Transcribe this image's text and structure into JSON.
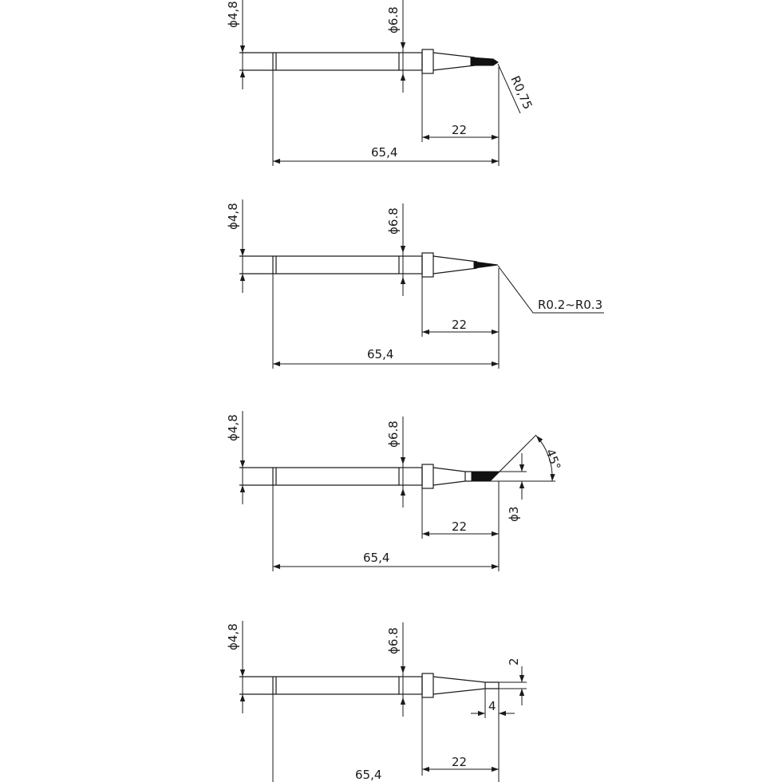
{
  "tips": [
    {
      "id": "tip-1",
      "labels": {
        "shank_diameter": "ϕ4,8",
        "collar_diameter": "ϕ6.8",
        "tip_length": "22",
        "total_length": "65,4",
        "radius": "R0,75"
      }
    },
    {
      "id": "tip-2",
      "labels": {
        "shank_diameter": "ϕ4,8",
        "collar_diameter": "ϕ6.8",
        "tip_length": "22",
        "total_length": "65,4",
        "radius": "R0.2~R0.3"
      }
    },
    {
      "id": "tip-3",
      "labels": {
        "shank_diameter": "ϕ4,8",
        "collar_diameter": "ϕ6.8",
        "tip_length": "22",
        "total_length": "65,4",
        "bevel_angle": "45°",
        "bevel_diameter": "ϕ3"
      }
    },
    {
      "id": "tip-4",
      "labels": {
        "shank_diameter": "ϕ4,8",
        "collar_diameter": "ϕ6.8",
        "tip_length": "22",
        "total_length": "65,4",
        "chisel_width": "2",
        "chisel_length": "4"
      }
    }
  ]
}
